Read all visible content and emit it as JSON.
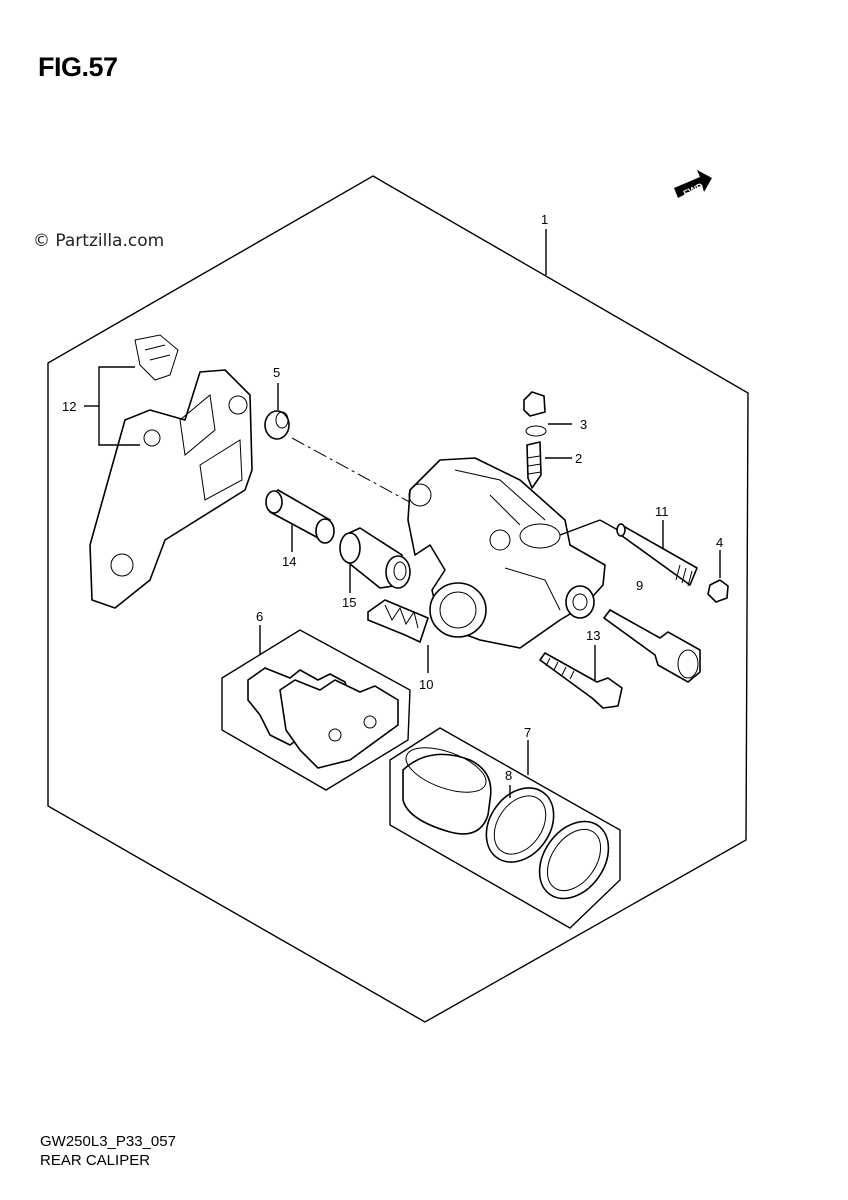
{
  "figure": {
    "title": "FIG.57",
    "watermark": "© Partzilla.com",
    "code": "GW250L3_P33_057",
    "subtitle": "REAR CALIPER",
    "fwd_label": "FWD"
  },
  "callouts": {
    "c1": "1",
    "c2": "2",
    "c3": "3",
    "c4": "4",
    "c5": "5",
    "c6": "6",
    "c7": "7",
    "c8": "8",
    "c9": "9",
    "c10": "10",
    "c11": "11",
    "c12": "12",
    "c13": "13",
    "c14": "14",
    "c15": "15"
  }
}
